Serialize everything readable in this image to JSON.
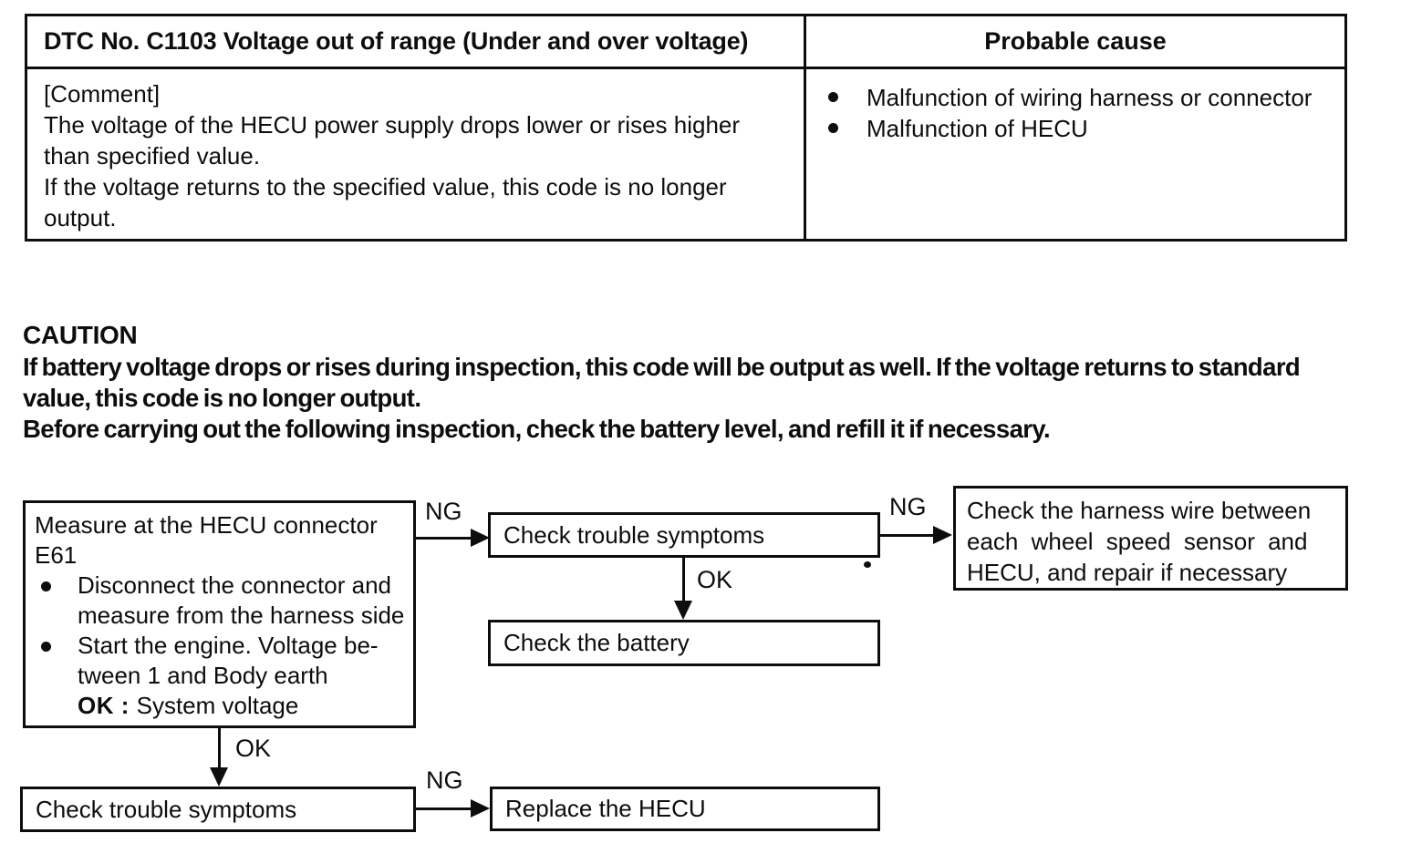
{
  "table": {
    "header_left": "DTC No. C1103 Voltage out of range (Under and over voltage)",
    "header_right": "Probable cause",
    "comment_lines": [
      "[Comment]",
      "The voltage of the HECU power supply drops lower or rises higher",
      "than specified value.",
      "If the voltage returns to the specified value, this code is no longer",
      "output."
    ],
    "causes": [
      "Malfunction of wiring harness or connector",
      "Malfunction of HECU"
    ]
  },
  "caution": {
    "title": "CAUTION",
    "lines": [
      "If battery voltage drops or rises during inspection, this code will be output as well. If the voltage returns to standard",
      "value, this code is no longer output.",
      "Before carrying out the following inspection, check the battery level, and refill it if necessary."
    ]
  },
  "flowchart": {
    "measure_box": {
      "title_lines": [
        "Measure at the HECU connector",
        "E61"
      ],
      "bullet1_lines": [
        "Disconnect the connector and",
        "measure from the harness side"
      ],
      "bullet2_lines": [
        "Start the engine. Voltage be-",
        "tween 1 and Body earth"
      ],
      "ok_label": "OK :",
      "ok_value": "System voltage"
    },
    "check_symptoms_1": "Check trouble symptoms",
    "check_harness_lines": [
      "Check the harness wire between",
      "each wheel speed sensor and",
      "HECU, and repair if necessary"
    ],
    "check_battery": "Check the battery",
    "check_symptoms_2": "Check trouble symptoms",
    "replace_hecu": "Replace the HECU",
    "labels": {
      "ng_measure_to_symptoms": "NG",
      "ng_symptoms_to_harness": "NG",
      "ok_symptoms_to_battery": "OK",
      "ok_measure_to_symptoms2": "OK",
      "ng_symptoms2_to_replace": "NG"
    }
  }
}
